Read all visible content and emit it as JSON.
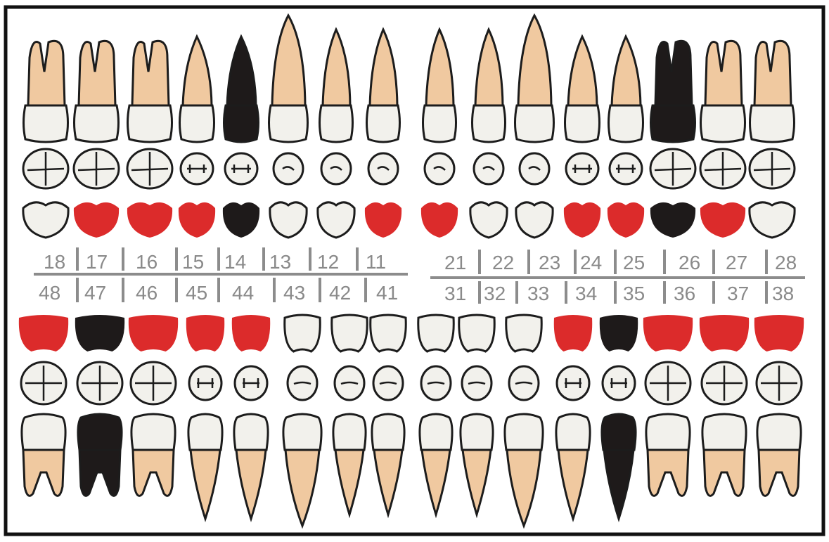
{
  "colors": {
    "root": "#f0c9a0",
    "crown": "#f2f1ec",
    "outline": "#1c1c1c",
    "red": "#dc2b2b",
    "black": "#1e1a1a",
    "divider": "#8c8c8c",
    "frame": "#111111"
  },
  "upper": {
    "numbers_right": [
      "18",
      "17",
      "16",
      "15",
      "14",
      "13",
      "12",
      "11"
    ],
    "numbers_left": [
      "21",
      "22",
      "23",
      "24",
      "25",
      "26",
      "27",
      "28"
    ],
    "teeth": [
      {
        "id": "18",
        "type": "molar",
        "status": "normal",
        "surfaces": "normal"
      },
      {
        "id": "17",
        "type": "molar",
        "status": "normal",
        "surfaces": "red"
      },
      {
        "id": "16",
        "type": "molar",
        "status": "normal",
        "surfaces": "red"
      },
      {
        "id": "15",
        "type": "premolar",
        "status": "normal",
        "surfaces": "red"
      },
      {
        "id": "14",
        "type": "premolar",
        "status": "black",
        "surfaces": "black"
      },
      {
        "id": "13",
        "type": "canine",
        "status": "normal",
        "surfaces": "normal"
      },
      {
        "id": "12",
        "type": "incisor",
        "status": "normal",
        "surfaces": "normal"
      },
      {
        "id": "11",
        "type": "incisor",
        "status": "normal",
        "surfaces": "red"
      },
      {
        "id": "21",
        "type": "incisor",
        "status": "normal",
        "surfaces": "red"
      },
      {
        "id": "22",
        "type": "incisor",
        "status": "normal",
        "surfaces": "normal"
      },
      {
        "id": "23",
        "type": "canine",
        "status": "normal",
        "surfaces": "normal"
      },
      {
        "id": "24",
        "type": "premolar",
        "status": "normal",
        "surfaces": "red"
      },
      {
        "id": "25",
        "type": "premolar",
        "status": "normal",
        "surfaces": "red"
      },
      {
        "id": "26",
        "type": "molar",
        "status": "black",
        "surfaces": "black"
      },
      {
        "id": "27",
        "type": "molar",
        "status": "normal",
        "surfaces": "red"
      },
      {
        "id": "28",
        "type": "molar",
        "status": "normal",
        "surfaces": "normal"
      }
    ]
  },
  "lower": {
    "numbers_right": [
      "48",
      "47",
      "46",
      "45",
      "44",
      "43",
      "42",
      "41"
    ],
    "numbers_left": [
      "31",
      "32",
      "33",
      "34",
      "35",
      "36",
      "37",
      "38"
    ],
    "teeth": [
      {
        "id": "48",
        "type": "molar",
        "status": "normal",
        "surfaces": "red"
      },
      {
        "id": "47",
        "type": "molar",
        "status": "black",
        "surfaces": "black"
      },
      {
        "id": "46",
        "type": "molar",
        "status": "normal",
        "surfaces": "red"
      },
      {
        "id": "45",
        "type": "premolar",
        "status": "normal",
        "surfaces": "red"
      },
      {
        "id": "44",
        "type": "premolar",
        "status": "normal",
        "surfaces": "red"
      },
      {
        "id": "43",
        "type": "canine",
        "status": "normal",
        "surfaces": "normal"
      },
      {
        "id": "42",
        "type": "incisor",
        "status": "normal",
        "surfaces": "normal"
      },
      {
        "id": "41",
        "type": "incisor",
        "status": "normal",
        "surfaces": "normal"
      },
      {
        "id": "31",
        "type": "incisor",
        "status": "normal",
        "surfaces": "normal"
      },
      {
        "id": "32",
        "type": "incisor",
        "status": "normal",
        "surfaces": "normal"
      },
      {
        "id": "33",
        "type": "canine",
        "status": "normal",
        "surfaces": "normal"
      },
      {
        "id": "34",
        "type": "premolar",
        "status": "normal",
        "surfaces": "red"
      },
      {
        "id": "35",
        "type": "premolar",
        "status": "black",
        "surfaces": "black"
      },
      {
        "id": "36",
        "type": "molar",
        "status": "normal",
        "surfaces": "red"
      },
      {
        "id": "37",
        "type": "molar",
        "status": "normal",
        "surfaces": "red"
      },
      {
        "id": "38",
        "type": "molar",
        "status": "normal",
        "surfaces": "red"
      }
    ]
  }
}
